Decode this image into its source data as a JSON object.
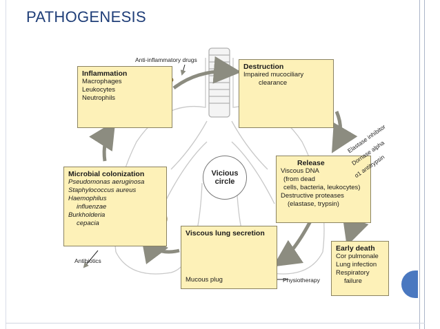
{
  "slide": {
    "title": "PATHOGENESIS"
  },
  "diagram": {
    "center": {
      "line1": "Vicious",
      "line2": "circle"
    },
    "inflammation": {
      "title": "Inflammation",
      "items": [
        "Macrophages",
        "Leukocytes",
        "Neutrophils"
      ]
    },
    "destruction": {
      "title": "Destruction",
      "items": [
        "Impaired mucociliary",
        "clearance"
      ]
    },
    "release": {
      "title": "Release",
      "items": [
        "Viscous DNA",
        "(from dead",
        "cells, bacteria, leukocytes)",
        "Destructive proteases",
        "(elastase, trypsin)"
      ]
    },
    "viscous_secretion": {
      "title": "Viscous lung secretion",
      "items": [
        "Mucous plug"
      ]
    },
    "microbial": {
      "title": "Microbial colonization",
      "items": [
        "Pseudomonas aeruginosa",
        "Staphylococcus aureus",
        "Haemophilus",
        "influenzae",
        "Burkholderia",
        "cepacia"
      ]
    },
    "early_death": {
      "title": "Early death",
      "items": [
        "Cor pulmonale",
        "Lung infection",
        "Respiratory",
        "failure"
      ]
    },
    "treatments": {
      "anti_inflammatory": "Anti-inflammatory drugs",
      "antibiotics": "Antibiotics",
      "physiotherapy": "Physiotherapy",
      "elastase_inhibitor": "Elastase inhibitor",
      "dornase_alpha": "Dornase alpha",
      "antitrypsin": "α1 antitrypsin"
    }
  },
  "colors": {
    "title": "#1f3e78",
    "box_fill": "#fdf1b8",
    "arrow": "#8c8c80",
    "airway_outer": "#e5b82a",
    "airway_inner": "#e08d1a"
  }
}
